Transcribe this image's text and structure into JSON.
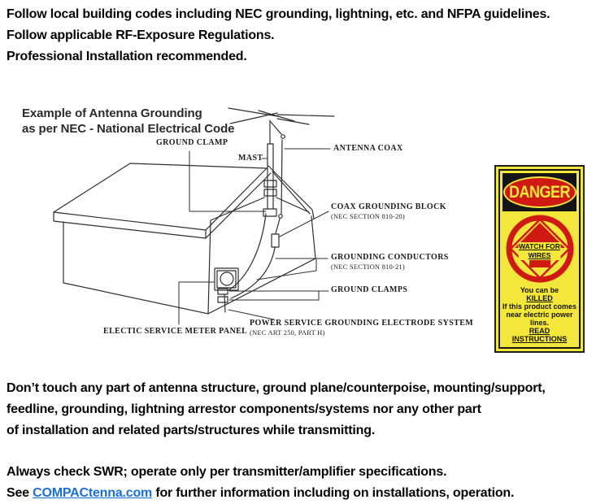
{
  "top": {
    "lines": [
      "Follow local building codes including NEC grounding, lightning, etc. and NFPA guidelines.",
      "Follow applicable RF-Exposure Regulations.",
      "Professional Installation recommended."
    ]
  },
  "diagram": {
    "heading": {
      "line1": "Example of Antenna Grounding",
      "line2": "as per NEC - National Electrical Code"
    },
    "labels": {
      "ground_clamp": "GROUND CLAMP",
      "mast": "MAST",
      "antenna_coax": "ANTENNA COAX",
      "coax_grounding_block": "COAX GROUNDING BLOCK",
      "coax_grounding_block_sub": "(NEC SECTION 810-20)",
      "grounding_conductors": "GROUNDING CONDUCTORS",
      "grounding_conductors_sub": "(NEC SECTION 810-21)",
      "ground_clamps": "GROUND CLAMPS",
      "power_service": "POWER SERVICE GROUNDING ELECTRODE SYSTEM",
      "power_service_sub": "(NEC ART 250, PART H)",
      "meter_panel": "ELECTIC SERVICE METER PANEL"
    }
  },
  "sign": {
    "danger": "DANGER",
    "watch_for": "WATCH FOR",
    "wires": "WIRES",
    "lines": [
      {
        "text": "You can be",
        "underline": false
      },
      {
        "text": "KILLED",
        "underline": true
      },
      {
        "text": "If this product comes",
        "underline": false
      },
      {
        "text": "near electric power",
        "underline": false
      },
      {
        "text": "lines.",
        "underline": false
      },
      {
        "text": "READ",
        "underline": true
      },
      {
        "text": "INSTRUCTIONS",
        "underline": true
      }
    ],
    "colors": {
      "yellow": "#f3e73c",
      "red": "#ce1a12",
      "black": "#141414"
    }
  },
  "footer": {
    "para1_lines": [
      "Don’t touch any part of antenna structure, ground plane/counterpoise, mounting/support,",
      "feedline, grounding, lightning arrestor components/systems nor any other part",
      "of installation and related parts/structures while transmitting."
    ],
    "swr_line": "Always check SWR; operate only per transmitter/amplifier specifications.",
    "see_prefix": "See ",
    "link_text": "COMPACtenna.com",
    "see_suffix": " for further information including on installations, operation.",
    "link_color": "#1a6fd4"
  }
}
